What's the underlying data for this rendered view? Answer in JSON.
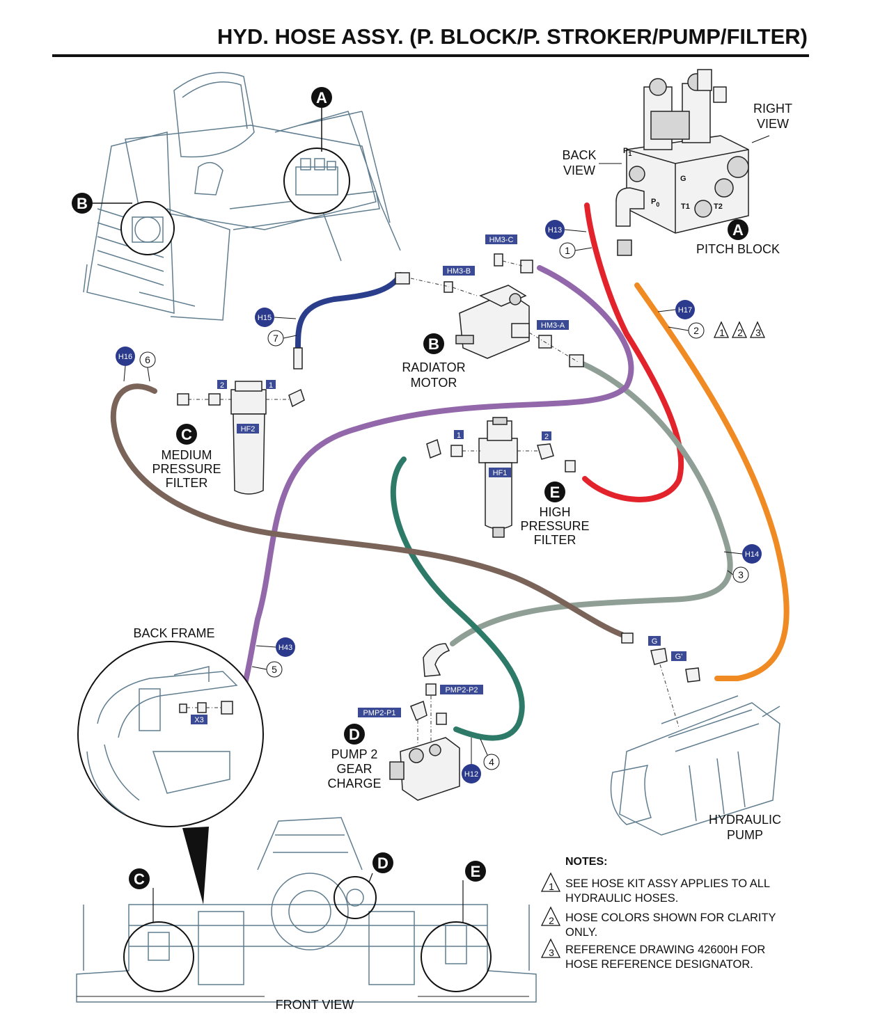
{
  "title": "HYD. HOSE ASSY. (P. BLOCK/P. STROKER/PUMP/FILTER)",
  "components": {
    "A": {
      "letter": "A",
      "name": "PITCH BLOCK"
    },
    "B": {
      "letter": "B",
      "name1": "RADIATOR",
      "name2": "MOTOR"
    },
    "C": {
      "letter": "C",
      "name1": "MEDIUM",
      "name2": "PRESSURE",
      "name3": "FILTER"
    },
    "D": {
      "letter": "D",
      "name1": "PUMP 2",
      "name2": "GEAR",
      "name3": "CHARGE"
    },
    "E": {
      "letter": "E",
      "name1": "HIGH",
      "name2": "PRESSURE",
      "name3": "FILTER"
    },
    "pump": {
      "name1": "HYDRAULIC",
      "name2": "PUMP"
    }
  },
  "views": {
    "right_view_1": "RIGHT",
    "right_view_2": "VIEW",
    "back_view_1": "BACK",
    "back_view_2": "VIEW",
    "back_frame": "BACK FRAME",
    "front_view": "FRONT VIEW"
  },
  "ports": {
    "P1": "P",
    "P1_sub": "1",
    "G": "G",
    "P0": "P",
    "P0_sub": "0",
    "T1": "T1",
    "T2": "T2",
    "HM3B": "HM3-B",
    "HM3C": "HM3-C",
    "HM3A": "HM3-A",
    "HF2": "HF2",
    "HF2_1": "1",
    "HF2_2": "2",
    "HF1": "HF1",
    "HF1_1": "1",
    "HF1_2": "2",
    "PMP2P2": "PMP2-P2",
    "PMP2P1": "PMP2-P1",
    "PG": "G",
    "PGp": "G'",
    "X3": "X3"
  },
  "hoses": [
    {
      "id": "H13",
      "num": "1",
      "color": "#e2232b"
    },
    {
      "id": "H17",
      "num": "2",
      "color": "#f08a23"
    },
    {
      "id": "H14",
      "num": "3",
      "color": "#8f9f96"
    },
    {
      "id": "H12",
      "num": "4",
      "color": "#2e7a68"
    },
    {
      "id": "H43",
      "num": "5",
      "color": "#9268ab"
    },
    {
      "id": "H16",
      "num": "6",
      "color": "#7a6459"
    },
    {
      "id": "H15",
      "num": "7",
      "color": "#2a3e8c"
    }
  ],
  "tri_refs": [
    "1",
    "2",
    "3"
  ],
  "notes": {
    "heading": "NOTES:",
    "items": [
      {
        "num": "1",
        "line1": "SEE HOSE KIT ASSY APPLIES TO ALL",
        "line2": "HYDRAULIC HOSES."
      },
      {
        "num": "2",
        "line1": "HOSE COLORS SHOWN FOR CLARITY",
        "line2": "ONLY."
      },
      {
        "num": "3",
        "line1": "REFERENCE DRAWING 42600H FOR",
        "line2": "HOSE REFERENCE DESIGNATOR."
      }
    ]
  },
  "colors": {
    "badge": "#2b3a8c",
    "tag": "#3a4a94",
    "machine_line": "#5f7d8f"
  }
}
